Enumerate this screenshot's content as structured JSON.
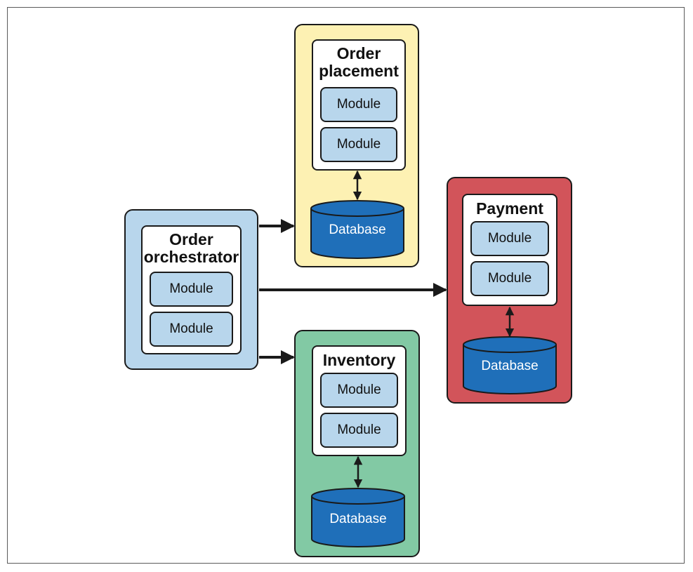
{
  "colors": {
    "orchestrator": "#b8d6ec",
    "order_placement": "#fdf1b3",
    "payment": "#d2545a",
    "inventory": "#82c9a4",
    "module": "#b8d6ec",
    "database": "#1f6fb9"
  },
  "services": {
    "orchestrator": {
      "title_line1": "Order",
      "title_line2": "orchestrator",
      "modules": [
        "Module",
        "Module"
      ]
    },
    "order_placement": {
      "title_line1": "Order",
      "title_line2": "placement",
      "modules": [
        "Module",
        "Module"
      ],
      "database": "Database"
    },
    "payment": {
      "title": "Payment",
      "modules": [
        "Module",
        "Module"
      ],
      "database": "Database"
    },
    "inventory": {
      "title": "Inventory",
      "modules": [
        "Module",
        "Module"
      ],
      "database": "Database"
    }
  }
}
